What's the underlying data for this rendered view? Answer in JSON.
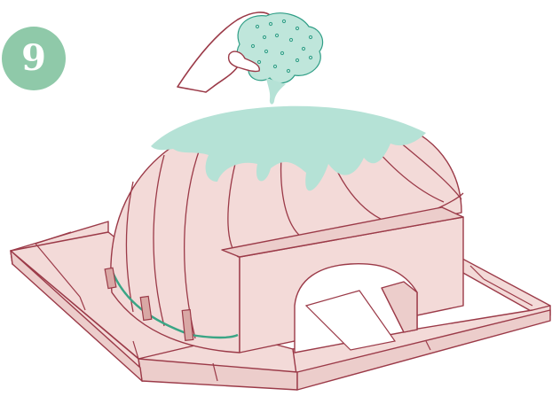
{
  "step": {
    "number": "9"
  },
  "colors": {
    "badge": "#8fc9a9",
    "outline": "#9b3a48",
    "fill": "#f3dad8",
    "fill_shade": "#eccdcb",
    "fill_dark": "#e7c2c0",
    "wet_coating": "#b5e2d6",
    "sponge": "#bfe6db",
    "sponge_dots": "#2f9e86",
    "twine": "#3aa585",
    "wood_stick": "#d9a8a5",
    "floor_light": "#ffffff"
  },
  "icons": {
    "hand": "hand-holding-sponge-icon",
    "sponge": "wet-sponge-icon",
    "dome": "clay-dome-oven",
    "floor": "brick-floor"
  }
}
